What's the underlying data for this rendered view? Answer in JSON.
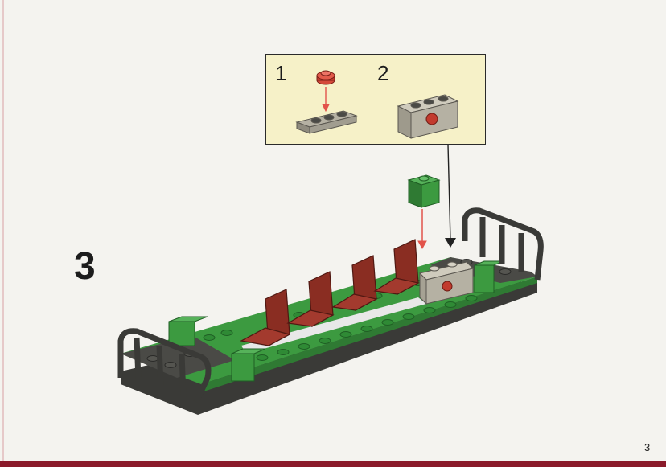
{
  "instruction": {
    "step_number": "3",
    "page_number": "3",
    "callout": {
      "sub_steps": [
        "1",
        "2"
      ]
    }
  },
  "colors": {
    "baseplate_green": "#3a9a3f",
    "dark_grey": "#4a4a46",
    "seat_red": "#8a2d22",
    "light_grey": "#b5b1a3",
    "arrow_red": "#e2534a",
    "callout_bg": "#f6f1c8"
  }
}
